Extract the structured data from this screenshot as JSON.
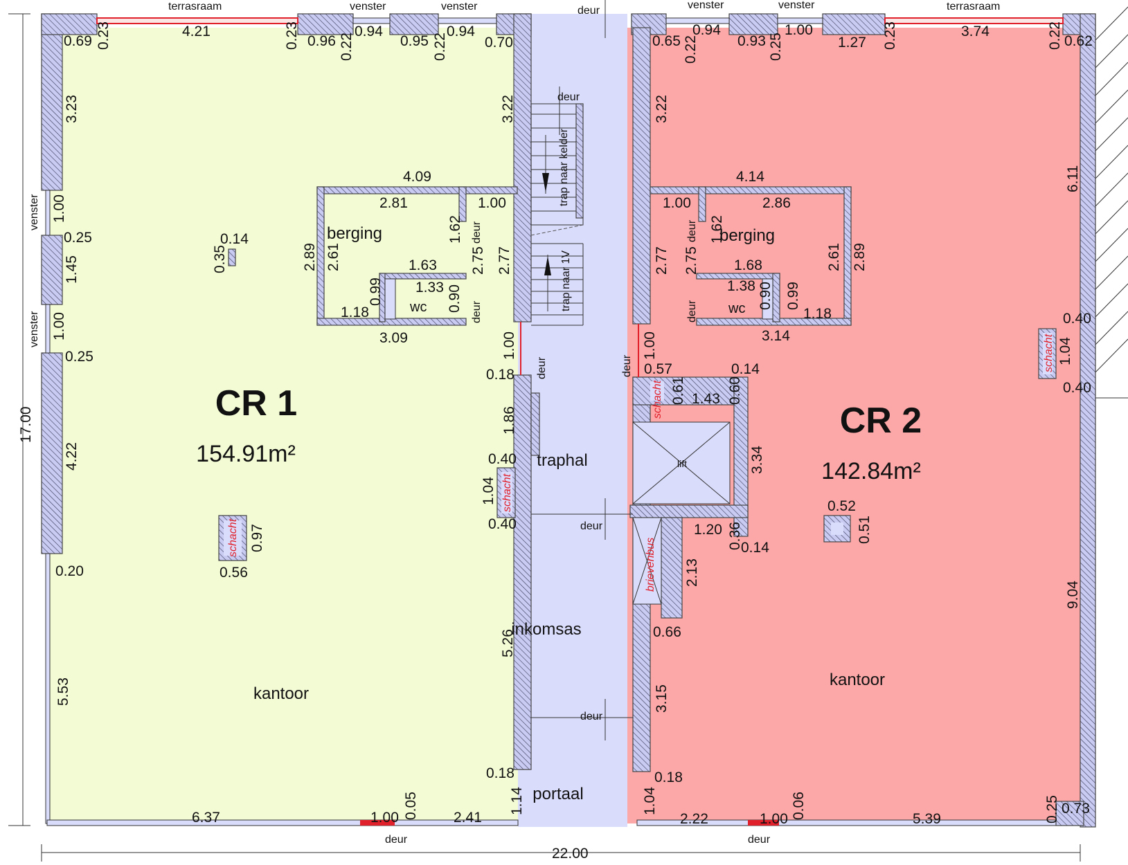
{
  "colors": {
    "cr1_fill": "#f2fbd4",
    "cr2_fill": "#fda8a8",
    "common_fill": "#dadcfb",
    "wall_hatch_bg": "#c9cbf3",
    "door_red": "#e0202a"
  },
  "units": {
    "cr1": {
      "name": "CR 1",
      "area": "154.91m²",
      "room_label": "kantoor"
    },
    "cr2": {
      "name": "CR 2",
      "area": "142.84m²",
      "room_label": "kantoor"
    }
  },
  "rooms": {
    "berging": "berging",
    "wc": "wc",
    "traphal": "traphal",
    "inkomsas": "inkomsas",
    "portaal": "portaal",
    "lift": "lift",
    "schacht": "schacht",
    "brievenbus": "brievenbus",
    "stair_down": "trap naar kelder",
    "stair_up": "trap naar 1V"
  },
  "openings": {
    "terrasraam": "terrasraam",
    "venster": "venster",
    "deur": "deur"
  },
  "overall": {
    "width": "22.00",
    "height": "17.00"
  },
  "dims": {
    "cr1_top": [
      "0.69",
      "0.23",
      "4.21",
      "0.23",
      "0.96",
      "0.22",
      "0.94",
      "0.95",
      "0.22",
      "0.94",
      "0.70"
    ],
    "cr2_top": [
      "0.65",
      "0.22",
      "0.94",
      "0.93",
      "0.25",
      "1.00",
      "1.27",
      "0.23",
      "3.74",
      "0.22",
      "0.62"
    ],
    "cr1_left": [
      "3.23",
      "1.00",
      "0.25",
      "1.45",
      "1.00",
      "0.25",
      "4.22",
      "0.20",
      "5.53"
    ],
    "cr1_berging": [
      "4.09",
      "2.81",
      "1.00",
      "2.89",
      "2.61",
      "1.62",
      "2.75",
      "2.77",
      "1.63",
      "1.33",
      "0.90",
      "0.99",
      "1.18",
      "3.09"
    ],
    "cr2_berging": [
      "4.14",
      "1.00",
      "2.86",
      "2.77",
      "2.75",
      "1.62",
      "2.61",
      "2.89",
      "1.68",
      "1.38",
      "0.90",
      "0.99",
      "1.18",
      "3.14"
    ],
    "cr1_misc": [
      "3.22",
      "0.14",
      "0.35",
      "1.00",
      "0.18",
      "1.86",
      "0.40",
      "1.04",
      "0.40",
      "0.97",
      "0.56",
      "5.26",
      "0.18",
      "1.14"
    ],
    "cr1_bottom": [
      "6.37",
      "1.00",
      "0.05",
      "2.41"
    ],
    "cr2_misc": [
      "3.22",
      "1.00",
      "0.57",
      "0.14",
      "0.61",
      "1.43",
      "0.60",
      "3.34",
      "1.20",
      "0.36",
      "0.14",
      "2.13",
      "0.66",
      "3.15",
      "0.18",
      "1.04",
      "0.52",
      "0.51"
    ],
    "cr2_right": [
      "6.11",
      "0.40",
      "1.04",
      "0.40",
      "9.04"
    ],
    "cr2_bottom": [
      "2.22",
      "1.00",
      "0.06",
      "5.39",
      "0.25",
      "0.73"
    ]
  }
}
